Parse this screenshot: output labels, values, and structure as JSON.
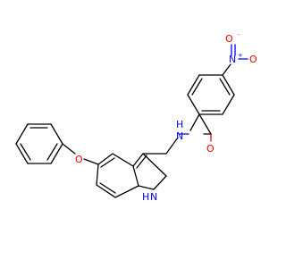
{
  "colors": {
    "background": "#ffffff",
    "bond": "#000000",
    "nitrogen": "#0000ff",
    "oxygen": "#ff0000"
  },
  "atoms": {
    "nitro_oxygen_top": {
      "symbol": "O",
      "charge": "-"
    },
    "nitro_nitrogen": {
      "symbol": "N",
      "charge": "+"
    },
    "nitro_oxygen_right": {
      "symbol": "O"
    },
    "carbonyl_oxygen": {
      "symbol": "O"
    },
    "amide_nitrogen": {
      "symbol": "N",
      "hydrogen": "H"
    },
    "ether_oxygen": {
      "symbol": "O"
    },
    "indole_nitrogen": {
      "symbol": "N",
      "hydrogen": "H"
    }
  }
}
